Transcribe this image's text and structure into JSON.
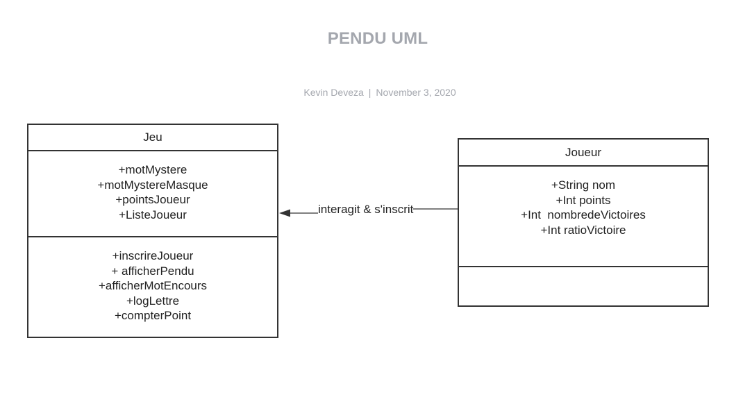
{
  "document": {
    "title": "PENDU UML",
    "author": "Kevin Deveza",
    "separator": "|",
    "date": "November 3, 2020"
  },
  "classes": {
    "jeu": {
      "name": "Jeu",
      "attributes": [
        "+motMystere",
        "+motMystereMasque",
        "+pointsJoueur",
        "+ListeJoueur"
      ],
      "operations": [
        "+inscrireJoueur",
        "+ afficherPendu",
        "+afficherMotEncours",
        "+logLettre",
        "+compterPoint"
      ]
    },
    "joueur": {
      "name": "Joueur",
      "attributes": [
        "+String nom",
        "+Int points",
        "+Int  nombredeVictoires",
        "+Int ratioVictoire"
      ],
      "operations": []
    }
  },
  "association": {
    "label": "interagit & s'inscrit",
    "from": "joueur",
    "to": "jeu",
    "colors": {
      "line": "#333333",
      "arrow": "#333333"
    }
  },
  "colors": {
    "title": "#a4a7ae",
    "border": "#333333",
    "text": "#222222"
  }
}
